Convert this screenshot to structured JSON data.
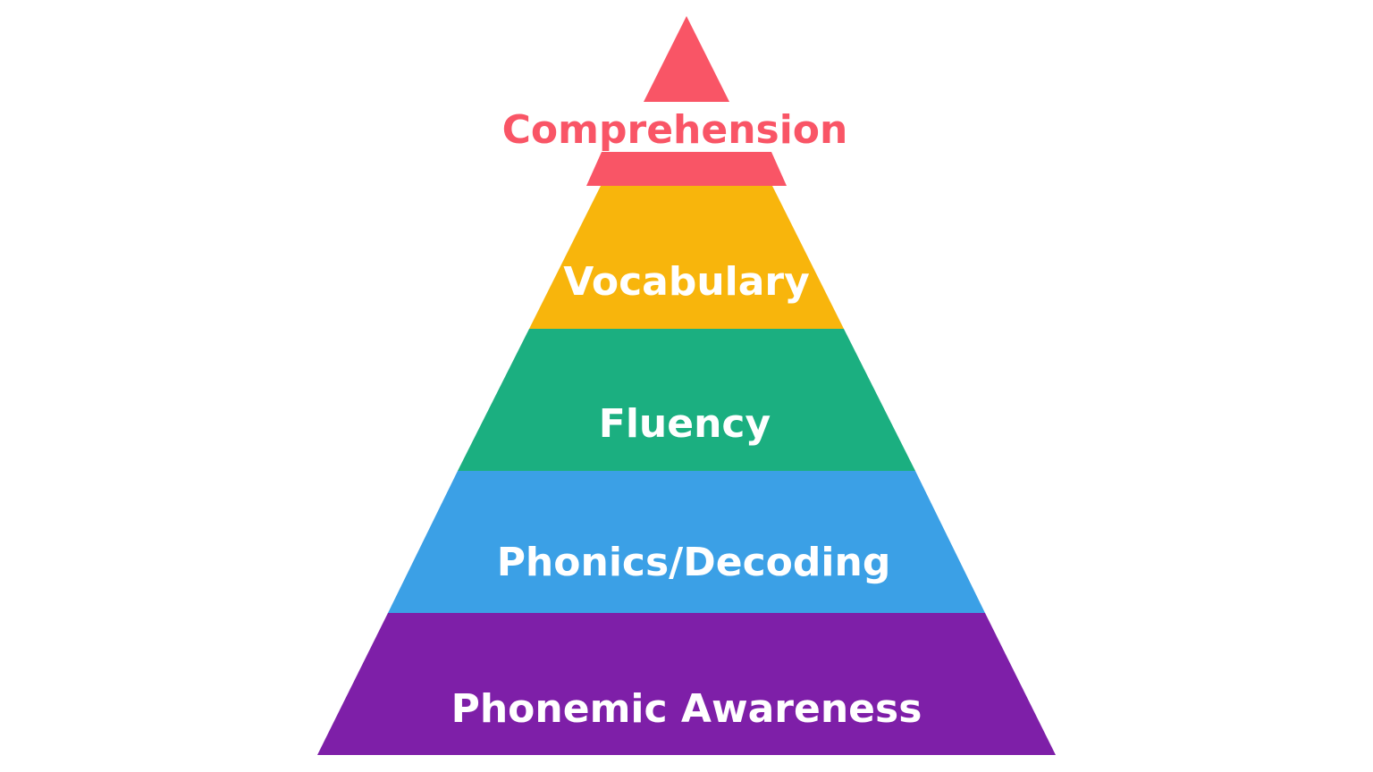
{
  "pyramid": {
    "levels": [
      {
        "label": "Comprehension",
        "color": "#F95566"
      },
      {
        "label": "Vocabulary",
        "color": "#F8B50C"
      },
      {
        "label": "Fluency",
        "color": "#1BAF80"
      },
      {
        "label": "Phonics/Decoding",
        "color": "#3BA0E6"
      },
      {
        "label": "Phonemic Awareness",
        "color": "#7E1FA8"
      }
    ]
  }
}
